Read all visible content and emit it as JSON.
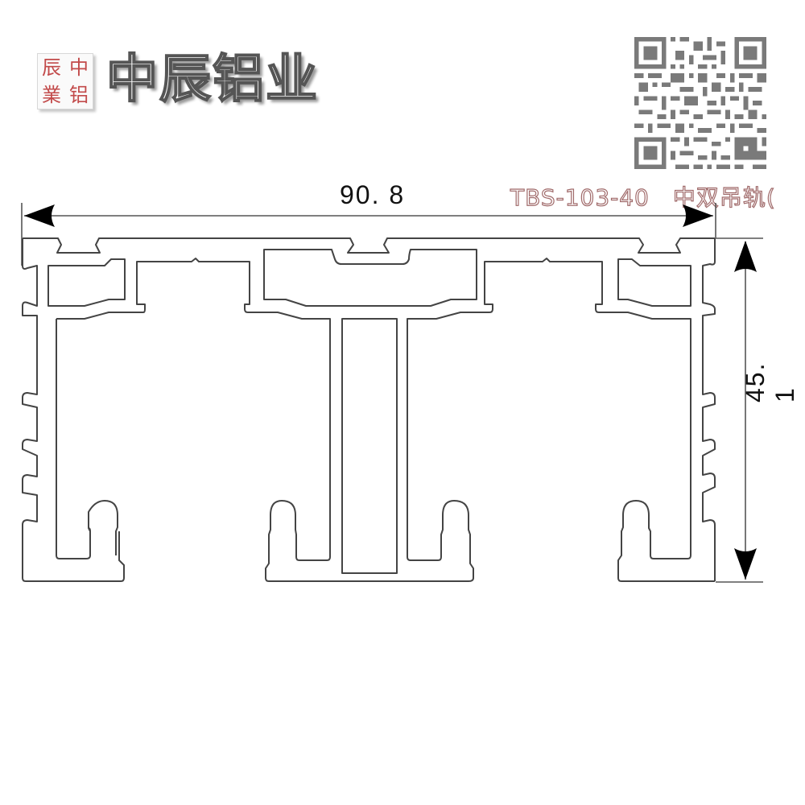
{
  "brand": {
    "seal_chars": [
      "中",
      "辰",
      "铝",
      "業"
    ],
    "name": "中辰铝业",
    "seal_text_color": "#c24a4a"
  },
  "qr_code": {
    "icon": "qr-code-icon",
    "color": "#7a7a7a"
  },
  "product": {
    "model_label": "TBS-103-40　中双吊轨(",
    "label_color": "#a06a6a"
  },
  "dimensions": {
    "width": "90. 8",
    "height": "45. 1"
  },
  "drawing": {
    "type": "aluminum profile cross-section",
    "line_color": "#444444",
    "arrow_color": "#000000"
  }
}
